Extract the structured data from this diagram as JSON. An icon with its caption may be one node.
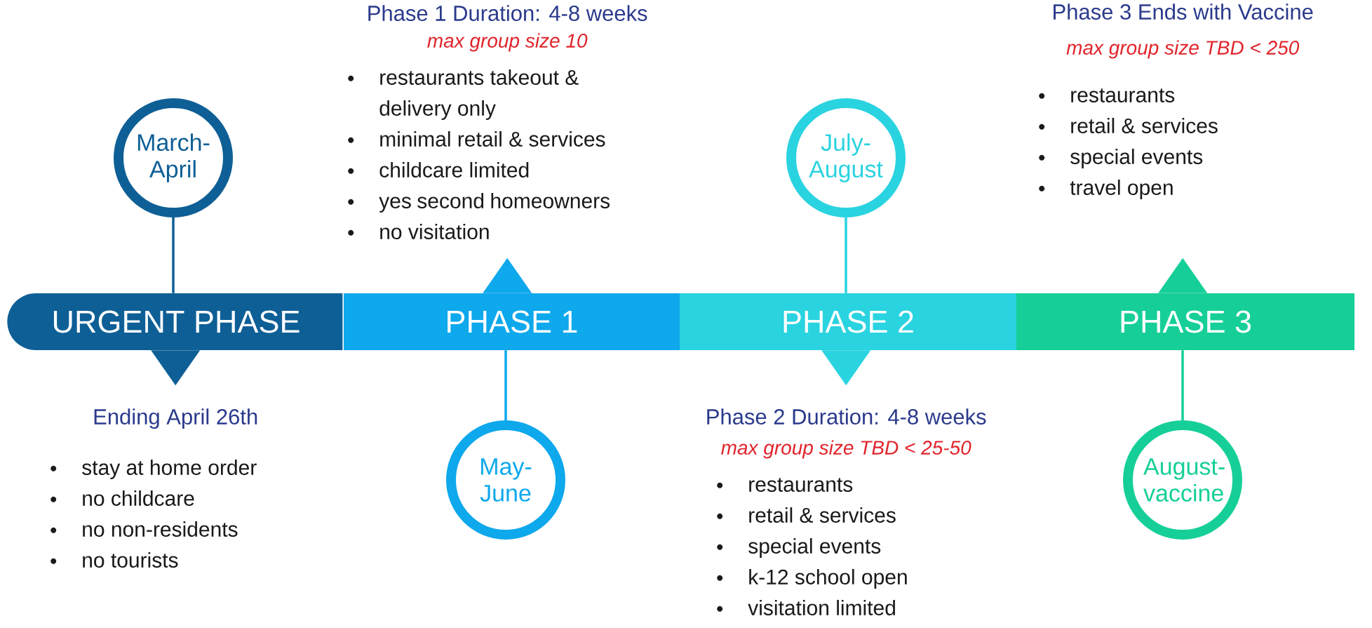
{
  "diagram": {
    "nodes": [
      {
        "text": [
          "URGENT PHASE"
        ]
      },
      {
        "text": [
          "PHASE 1"
        ]
      },
      {
        "text": [
          "PHASE 2"
        ]
      },
      {
        "text": [
          "PHASE 3"
        ]
      },
      {
        "text": [
          "March-April"
        ]
      },
      {
        "text": [
          "May-June"
        ]
      },
      {
        "text": [
          "July-August"
        ]
      },
      {
        "text": [
          "August-vaccine"
        ]
      },
      {
        "text": [
          "Ending April 26th",
          "stay at home order",
          "no childcare",
          "no non-residents",
          "no tourists"
        ]
      },
      {
        "text": [
          "Phase 1 Duration: 4-8 weeks",
          "max group size 10",
          "restaurants takeout & delivery only",
          "minimal retail & services",
          "childcare limited",
          "yes second homeowners",
          "no visitation"
        ]
      },
      {
        "text": [
          "Phase 2 Duration: 4-8 weeks",
          "max group size TBD < 25-50",
          "restaurants",
          "retail & services",
          "special events",
          "k-12 school open",
          "visitation limited"
        ]
      },
      {
        "text": [
          "Phase 3 Ends with Vaccine",
          "max group size TBD < 250",
          "restaurants",
          "retail & services",
          "special events",
          "travel open"
        ]
      }
    ],
    "edges": [
      {
        "from": 4,
        "to": 0,
        "arrow": "none",
        "color": "#0e5f96"
      },
      {
        "from": 0,
        "to": 8,
        "arrow": "to",
        "color": "#0e5f96"
      },
      {
        "from": 1,
        "to": 9,
        "arrow": "to",
        "color": "#0ea8ec"
      },
      {
        "from": 5,
        "to": 1,
        "arrow": "none",
        "color": "#0ea8ec"
      },
      {
        "from": 6,
        "to": 2,
        "arrow": "none",
        "color": "#2ad3e0"
      },
      {
        "from": 2,
        "to": 10,
        "arrow": "to",
        "color": "#2ad3e0"
      },
      {
        "from": 3,
        "to": 11,
        "arrow": "to",
        "color": "#16cf98"
      },
      {
        "from": 7,
        "to": 3,
        "arrow": "none",
        "color": "#16cf98"
      }
    ]
  }
}
